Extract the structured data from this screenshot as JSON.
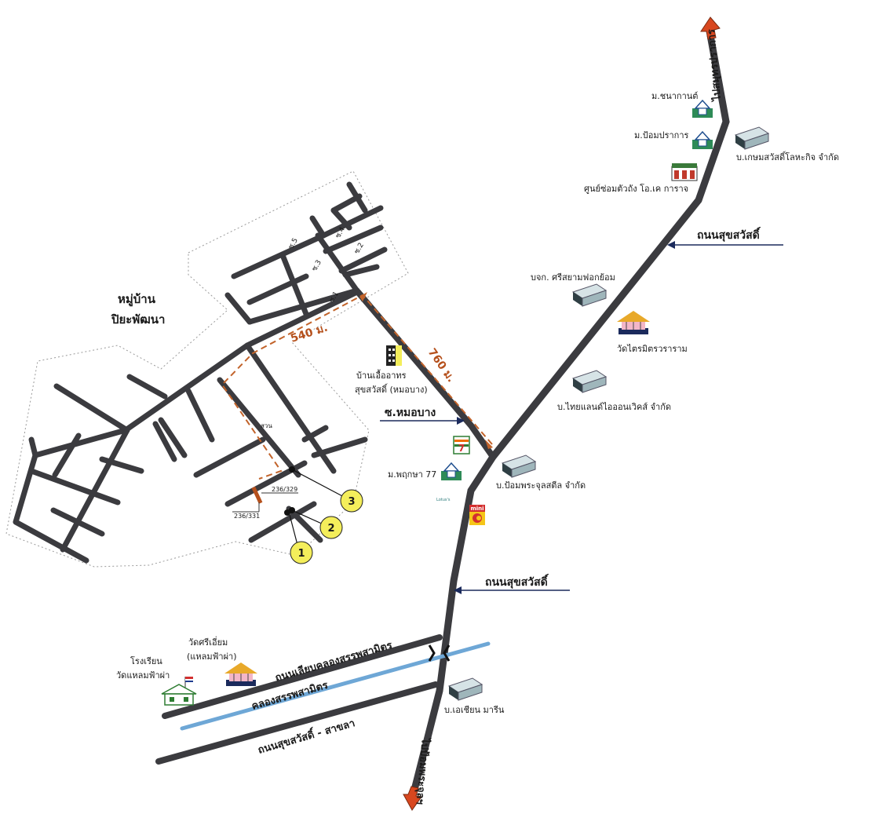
{
  "colors": {
    "road": "#3b3b3f",
    "highway_arrow": "#d8471f",
    "route_dashed": "#c2632a",
    "canal": "#6ea7d6",
    "pointer": "#1b2a5c",
    "marker": "#f4ee5b"
  },
  "village": {
    "name_line1": "หมู่บ้าน",
    "name_line2": "ปิยะพัฒนา"
  },
  "sois": {
    "s1": "ซ.1",
    "s2": "ซ.2",
    "s3": "ซ.3",
    "s4": "ซ.4",
    "s5": "ซ.5"
  },
  "distances": {
    "d540": "540 ม.",
    "d760": "760 ม."
  },
  "park_label": "สวน",
  "plots": {
    "p1": "236/329",
    "p2": "236/331"
  },
  "markers": [
    "1",
    "2",
    "3"
  ],
  "roads": {
    "north_dir": "ไปสมุทรปราการ",
    "south_dir": "ไปป้อมพระจุลฯ",
    "sukhumvit_upper": "ถนนสุขสวัสดิ์",
    "sukhumvit_lower": "ถนนสุขสวัสดิ์",
    "soi_mobang": "ซ.หมอบาง",
    "canal_road": "ถนนเลียบคลองสรรพสามิตร",
    "canal": "คลองสรรพสามิตร",
    "salapla_road": "ถนนสุขสวัสดิ์ - สาขลา"
  },
  "landmarks": {
    "m_chanakan": "ม.ชนากานต์",
    "m_pomprakan": "ม.ป้อมปราการ",
    "kasem": "บ.เกษมสวัสดิ์โลหะกิจ จำกัด",
    "garage": "ศูนย์ซ่อมตัวถัง โอ.เค การาจ",
    "sriyam": "บจก. ศรีสยามฟอกย้อม",
    "wat_trimit": "วัดไตรมิตรวราราม",
    "thailand_io": "บ.ไทยแลนด์ไอออนเวิคส์ จำกัด",
    "baan_ua_line1": "บ้านเอื้ออาทร",
    "baan_ua_line2": "สุขสวัสดิ์ (หมอบาง)",
    "m_pruksa": "ม.พฤกษา 77",
    "pomphra_steel": "บ.ป้อมพระจุลสตีล จำกัด",
    "wat_sri_line1": "วัดศรีเอี่ยม",
    "wat_sri_line2": "(แหลมฟ้าผ่า)",
    "school_line1": "โรงเรียน",
    "school_line2": "วัดแหลมฟ้าผ่า",
    "asian_marine": "บ.เอเชียน มารีน",
    "seven_eleven": "7",
    "mini_c": "mini",
    "lotus": "Lotus's"
  }
}
